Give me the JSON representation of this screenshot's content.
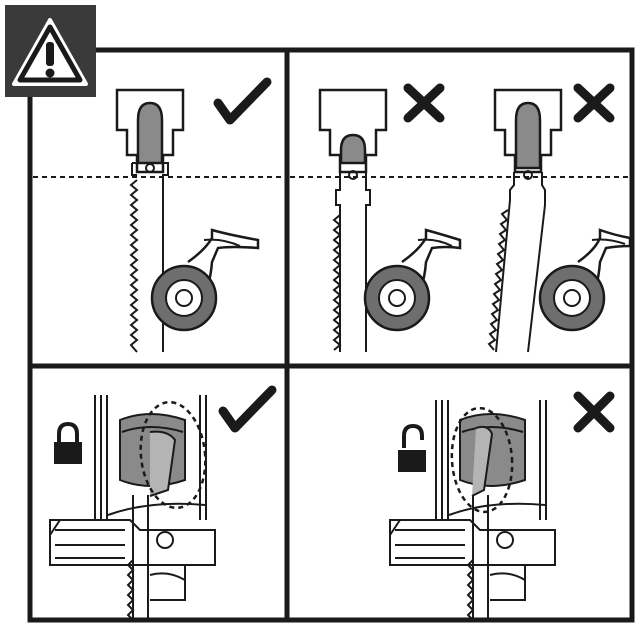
{
  "diagram": {
    "colors": {
      "ink": "#1a1a1a",
      "warning_box": "#3a3a3a",
      "warning_triangle_fill": "#ffffff",
      "shaded_part": "#8a8a8a",
      "roller_outer": "#6e6e6e",
      "paper": "#ffffff"
    },
    "panels": [
      {
        "position": "top-left",
        "status": "correct",
        "mark_icon": "check-mark-icon"
      },
      {
        "position": "top-right-a",
        "status": "incorrect",
        "mark_icon": "cross-mark-icon"
      },
      {
        "position": "top-right-b",
        "status": "incorrect",
        "mark_icon": "cross-mark-icon"
      },
      {
        "position": "bottom-left",
        "status": "correct",
        "mark_icon": "check-mark-icon",
        "lock_state": "locked",
        "lock_icon": "closed-padlock-icon"
      },
      {
        "position": "bottom-right",
        "status": "incorrect",
        "mark_icon": "cross-mark-icon",
        "lock_state": "unlocked",
        "lock_icon": "open-padlock-icon"
      }
    ],
    "warning_icon": "warning-triangle-icon"
  }
}
